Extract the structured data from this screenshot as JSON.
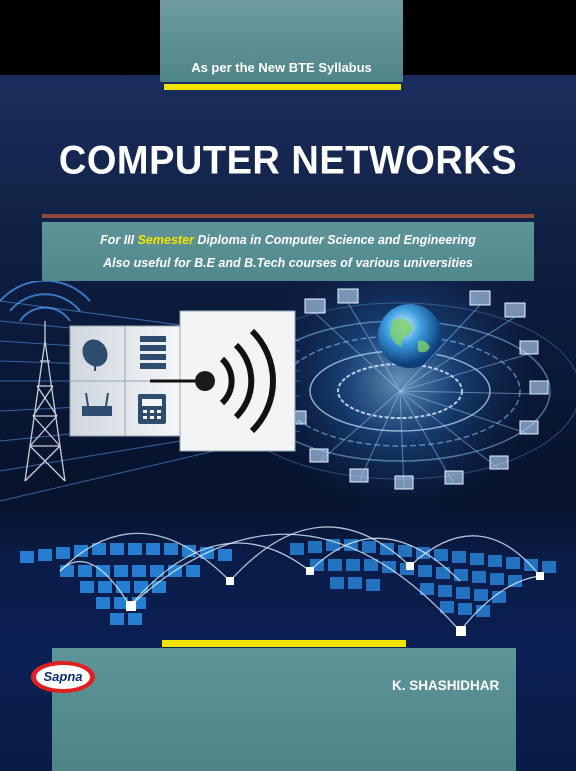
{
  "cover": {
    "top_tab_text": "As per the New BTE Syllabus",
    "title": "COMPUTER NETWORKS",
    "subtitle": {
      "line1_prefix": "For  III ",
      "line1_highlight": "Semester",
      "line1_suffix": "  Diploma in Computer Science and Engineering",
      "line2": "Also useful for B.E and B.Tech courses of various universities"
    },
    "author": "K. SHASHIDHAR",
    "publisher_logo": "Sapna"
  },
  "colors": {
    "accent_yellow": "#f2e300",
    "panel_teal": "#5a8f93",
    "background_navy": "#0c1a3a",
    "highlight": "#f5e400"
  },
  "icons": [
    "satellite-dish-icon",
    "server-rack-icon",
    "router-icon",
    "telephone-icon",
    "wifi-signal-icon",
    "globe-icon",
    "radio-tower-icon",
    "computer-monitor-icon"
  ]
}
